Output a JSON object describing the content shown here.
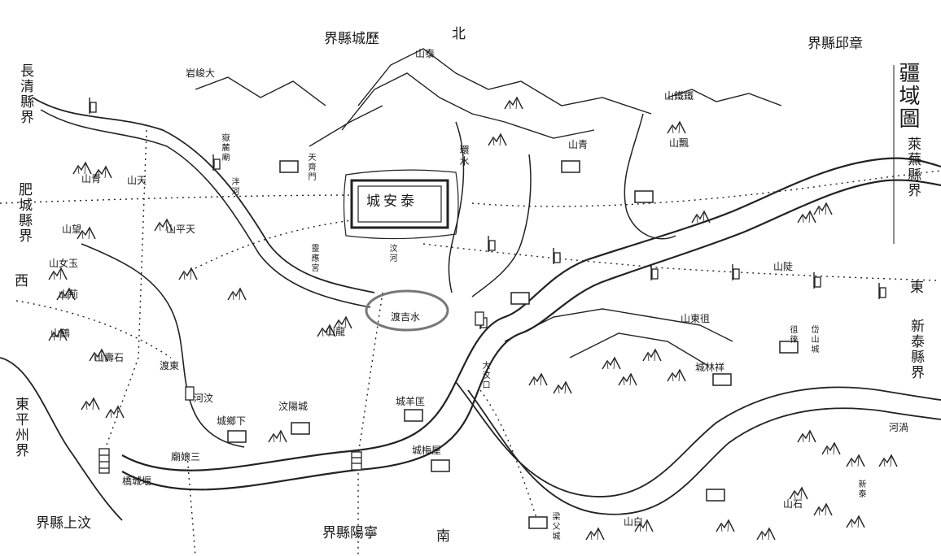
{
  "borders": {
    "north": "界縣城歷",
    "north_dir": "北",
    "northeast": "界縣邱章",
    "title": "疆域圖",
    "east_county": "萊蕪縣界",
    "east_dir": "東",
    "east_county2": "新泰縣界",
    "west_county1": "長清縣界",
    "west_county2": "肥城縣界",
    "west_dir": "西",
    "southwest_county": "東平州界",
    "south_left": "界縣上汶",
    "south_mid": "界縣陽寧",
    "south_dir": "南"
  },
  "city": {
    "name": "城安泰",
    "ring": "環水"
  },
  "highlight": {
    "label": "渡吉水",
    "color": "#777777"
  },
  "places": [
    {
      "name": "山泰",
      "v": false
    },
    {
      "name": "岩峻大",
      "v": false
    },
    {
      "name": "山天",
      "v": false
    },
    {
      "name": "山青",
      "v": false
    },
    {
      "name": "山平天",
      "v": false
    },
    {
      "name": "山望",
      "v": false
    },
    {
      "name": "山女玉",
      "v": false
    },
    {
      "name": "山荊",
      "v": false
    },
    {
      "name": "山鶴",
      "v": false
    },
    {
      "name": "山壽石",
      "v": false
    },
    {
      "name": "山龍",
      "v": false
    },
    {
      "name": "山東徂",
      "v": false
    },
    {
      "name": "山鐵鐵",
      "v": false
    },
    {
      "name": "山青",
      "v": false
    },
    {
      "name": "山飄",
      "v": false
    },
    {
      "name": "山陡",
      "v": false
    },
    {
      "name": "山白",
      "v": false
    },
    {
      "name": "山石",
      "v": false
    },
    {
      "name": "汶陽城",
      "v": false
    },
    {
      "name": "城鄉下",
      "v": false
    },
    {
      "name": "城梅屋",
      "v": false
    },
    {
      "name": "城羊匡",
      "v": false
    },
    {
      "name": "城林祥",
      "v": false
    },
    {
      "name": "渡東",
      "v": false
    },
    {
      "name": "河汶",
      "v": false
    },
    {
      "name": "橋城堰",
      "v": false
    },
    {
      "name": "廟娘三",
      "v": false
    },
    {
      "name": "河渦",
      "v": false
    },
    {
      "name": "汶河",
      "v": true
    },
    {
      "name": "徂徠",
      "v": true
    },
    {
      "name": "泮河",
      "v": true
    },
    {
      "name": "嶽麓廟",
      "v": true
    },
    {
      "name": "天齊門",
      "v": true
    },
    {
      "name": "靈應宮",
      "v": true
    },
    {
      "name": "大汶口",
      "v": true
    },
    {
      "name": "梁父城",
      "v": true
    },
    {
      "name": "新泰",
      "v": true
    },
    {
      "name": "岱山城",
      "v": true
    }
  ]
}
